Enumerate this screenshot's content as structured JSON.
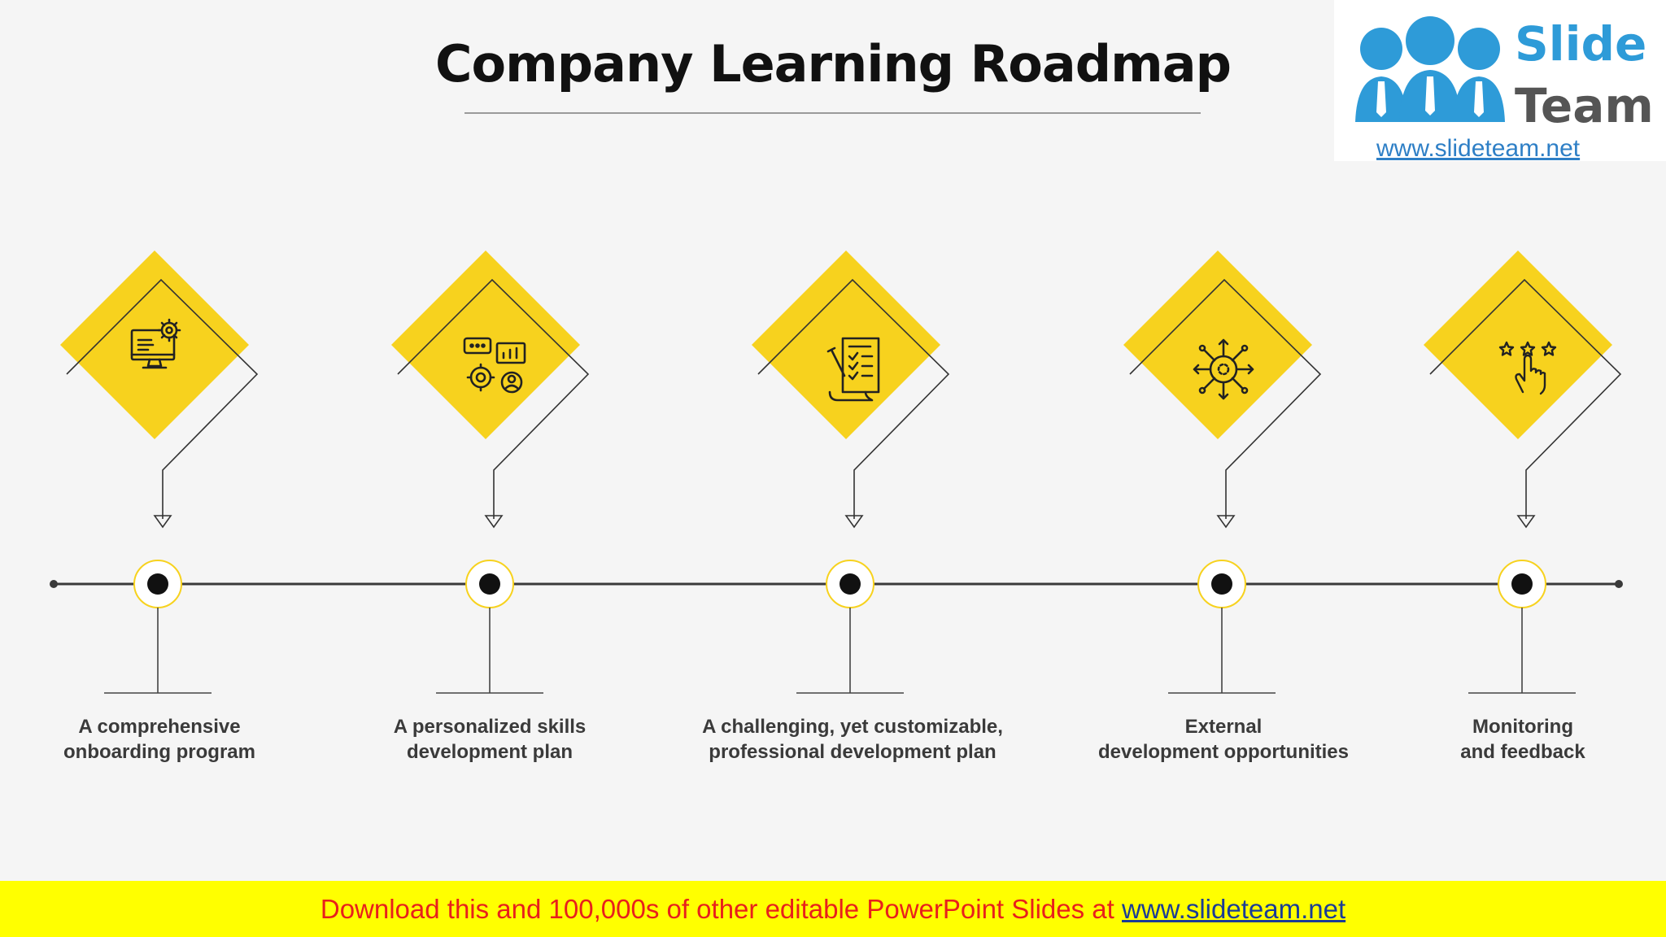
{
  "title": "Company Learning Roadmap",
  "logo": {
    "word1": "Slide",
    "word2": "Team",
    "url": "www.slideteam.net"
  },
  "colors": {
    "accent": "#f7d21e",
    "line": "#3a3a3a",
    "banner_bg": "#ffff00",
    "banner_text": "#e8201c",
    "banner_link": "#1a3c96"
  },
  "milestones": [
    {
      "icon": "computer-gear-icon",
      "lines": [
        "A comprehensive",
        "onboarding program"
      ]
    },
    {
      "icon": "skills-development-icon",
      "lines": [
        "A personalized skills",
        "development plan"
      ]
    },
    {
      "icon": "checklist-plan-icon",
      "lines": [
        "A challenging, yet customizable,",
        "professional development plan"
      ]
    },
    {
      "icon": "external-network-icon",
      "lines": [
        "External",
        "development opportunities"
      ]
    },
    {
      "icon": "rating-feedback-icon",
      "lines": [
        "Monitoring",
        "and feedback"
      ]
    }
  ],
  "banner": {
    "text": "Download this and 100,000s of other editable PowerPoint Slides at ",
    "link": "www.slideteam.net"
  }
}
